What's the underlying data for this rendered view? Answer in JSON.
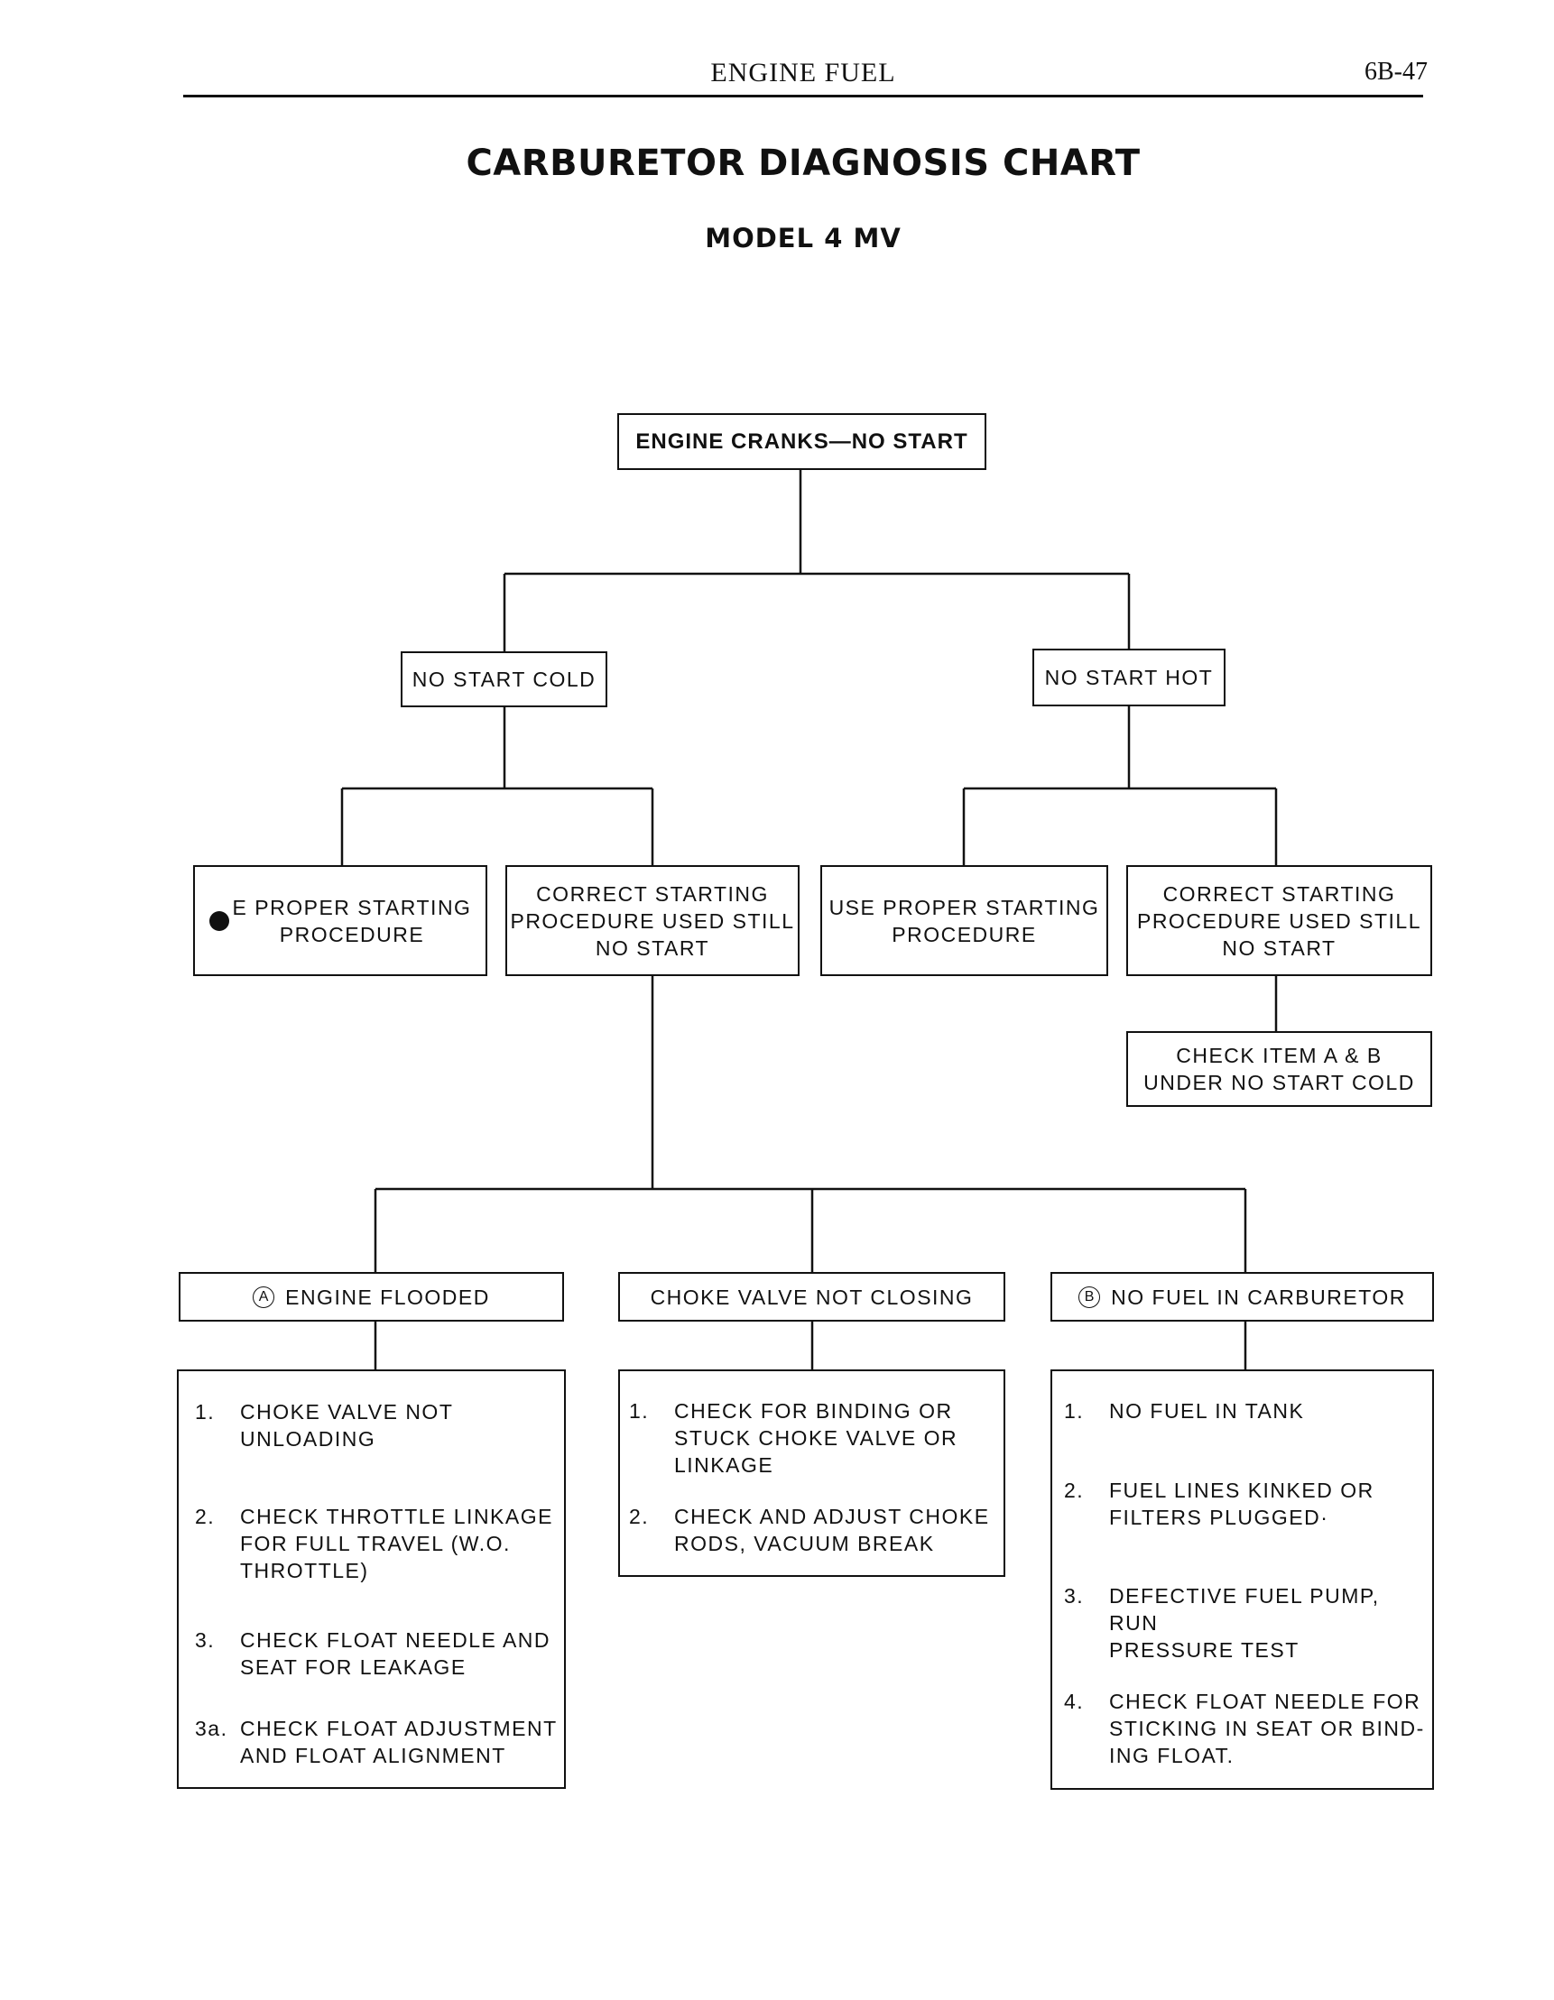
{
  "header": {
    "section": "ENGINE FUEL",
    "page": "6B-47"
  },
  "title": "CARBURETOR DIAGNOSIS CHART",
  "subtitle": "MODEL 4 MV",
  "nodes": {
    "root": "ENGINE CRANKS—NO START",
    "no_start_cold": "NO START COLD",
    "no_start_hot": "NO START HOT",
    "cold_proper": "E  PROPER  STARTING\nPROCEDURE",
    "cold_correct": "CORRECT STARTING\nPROCEDURE  USED  STILL\nNO START",
    "hot_proper": "USE  PROPER  STARTING\nPROCEDURE",
    "hot_correct": "CORRECT STARTING\nPROCEDURE  USED  STILL\nNO START",
    "check_items": "CHECK ITEM A & B\nUNDER NO START COLD",
    "engine_flooded": {
      "marker": "A",
      "label": "ENGINE  FLOODED"
    },
    "choke_not_closing": "CHOKE VALVE NOT CLOSING",
    "no_fuel": {
      "marker": "B",
      "label": "NO FUEL IN CARBURETOR"
    }
  },
  "lists": {
    "flooded": [
      {
        "num": "1.",
        "text": "CHOKE  VALVE  NOT\nUNLOADING"
      },
      {
        "num": "2.",
        "text": "CHECK  THROTTLE  LINKAGE\nFOR  FULL  TRAVEL  (W.O.\nTHROTTLE)"
      },
      {
        "num": "3.",
        "text": "CHECK  FLOAT NEEDLE AND\nSEAT FOR LEAKAGE"
      },
      {
        "num": "3a.",
        "text": "CHECK  FLOAT  ADJUSTMENT\nAND FLOAT ALIGNMENT"
      }
    ],
    "choke": [
      {
        "num": "1.",
        "text": "CHECK  FOR  BINDING  OR\nSTUCK  CHOKE  VALVE  OR\nLINKAGE"
      },
      {
        "num": "2.",
        "text": "CHECK AND ADJUST CHOKE\nRODS, VACUUM BREAK"
      }
    ],
    "no_fuel": [
      {
        "num": "1.",
        "text": "NO  FUEL  IN  TANK"
      },
      {
        "num": "2.",
        "text": "FUEL  LINES  KINKED  OR\nFILTERS  PLUGGED·"
      },
      {
        "num": "3.",
        "text": "DEFECTIVE  FUEL PUMP, RUN\nPRESSURE  TEST"
      },
      {
        "num": "4.",
        "text": "CHECK  FLOAT  NEEDLE  FOR\nSTICKING IN SEAT OR BIND-\nING FLOAT."
      }
    ]
  }
}
